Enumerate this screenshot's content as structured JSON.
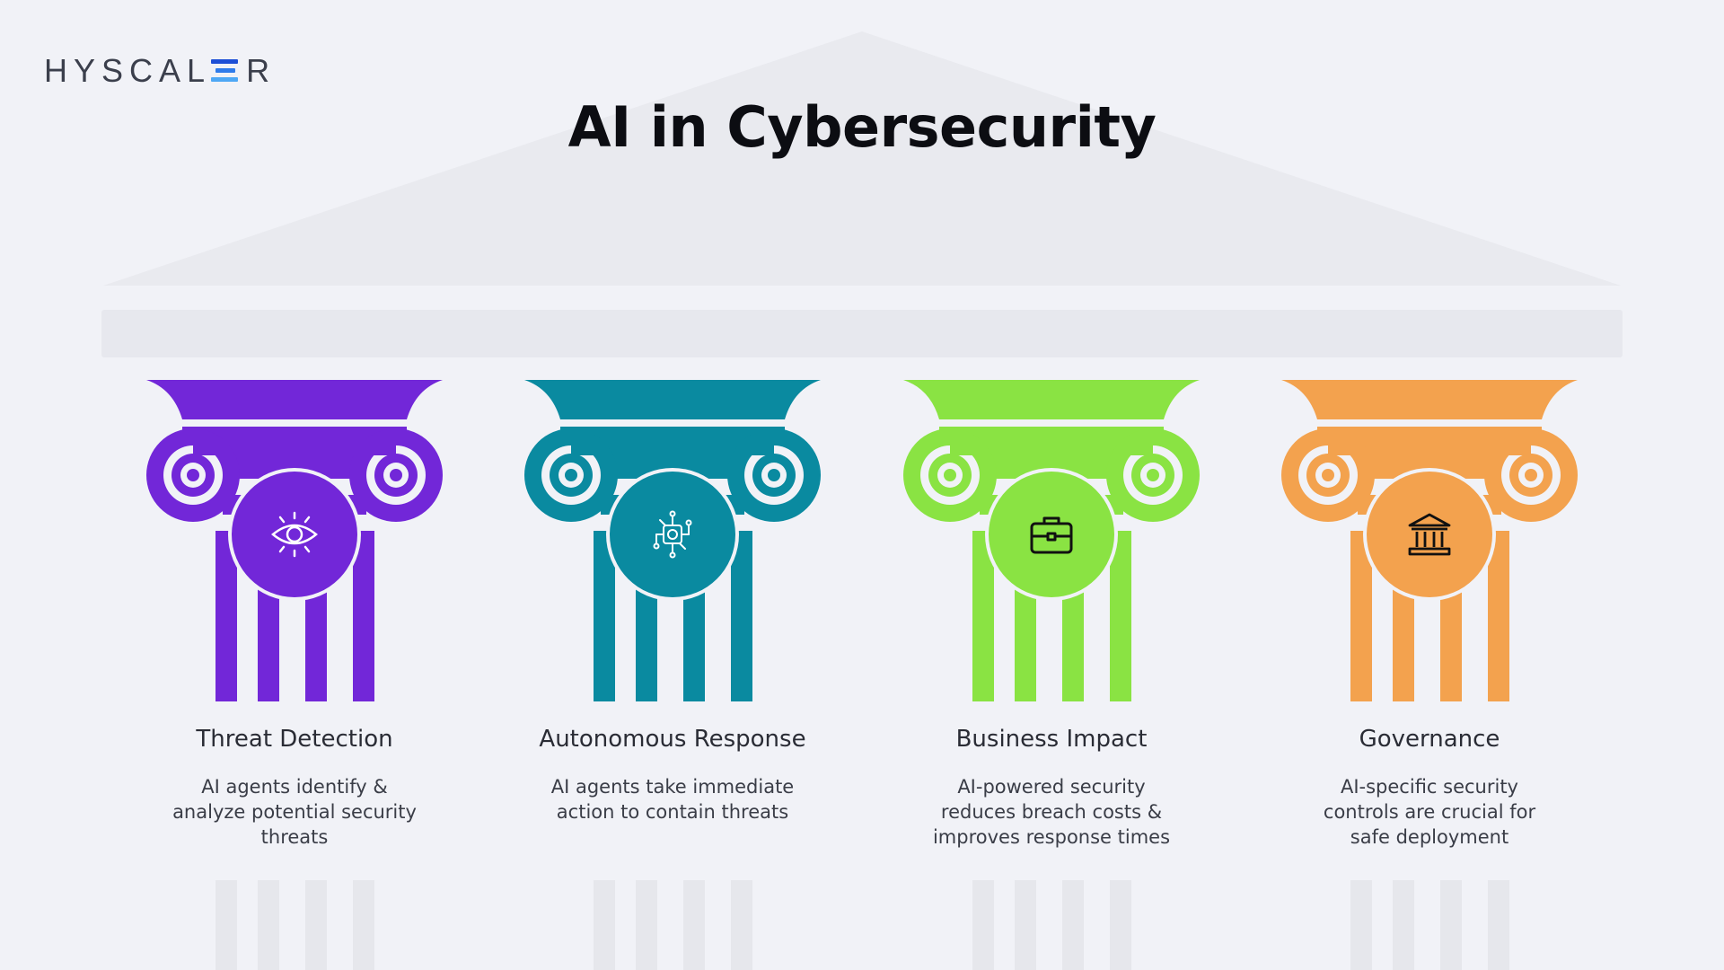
{
  "brand": {
    "logo_text_a": "HYSCAL",
    "logo_text_b": "R"
  },
  "title": "AI in Cybersecurity",
  "pillars": [
    {
      "label": "Threat Detection",
      "desc": "AI agents identify & analyze potential security threats",
      "color": "#7227d8",
      "icon": "eye-icon"
    },
    {
      "label": "Autonomous Response",
      "desc": "AI agents take immediate action to contain threats",
      "color": "#0a8aa0",
      "icon": "ai-chip-icon"
    },
    {
      "label": "Business Impact",
      "desc": "AI-powered security reduces breach costs & improves response times",
      "color": "#8ae343",
      "icon": "briefcase-icon"
    },
    {
      "label": "Governance",
      "desc": "AI-specific security controls are crucial for safe deployment",
      "color": "#f3a24e",
      "icon": "bank-icon"
    }
  ]
}
